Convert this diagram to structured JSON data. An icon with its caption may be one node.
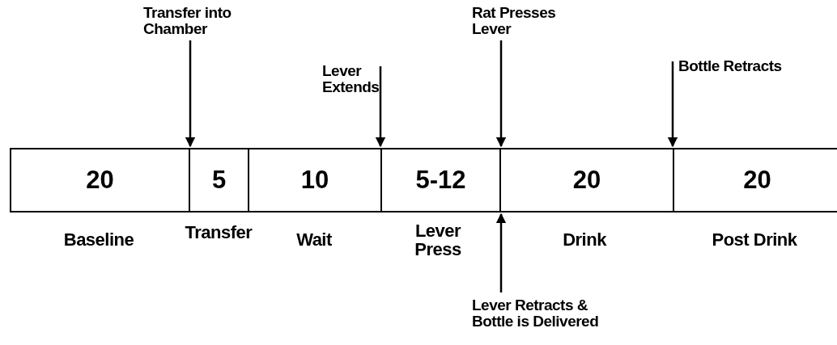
{
  "diagram": {
    "nodes": [
      {
        "text": [
          "20"
        ],
        "beside": [
          "Baseline"
        ]
      },
      {
        "text": [
          "5"
        ],
        "beside": [
          "Transfer"
        ]
      },
      {
        "text": [
          "10"
        ],
        "beside": [
          "Wait"
        ]
      },
      {
        "text": [
          "5-12"
        ],
        "beside": [
          "Lever Press"
        ]
      },
      {
        "text": [
          "20"
        ],
        "beside": [
          "Drink"
        ]
      },
      {
        "text": [
          "20"
        ],
        "beside": [
          "Post Drink"
        ]
      },
      {
        "text": [
          "Transfer into Chamber"
        ]
      },
      {
        "text": [
          "Lever Extends"
        ]
      },
      {
        "text": [
          "Rat Presses Lever"
        ]
      },
      {
        "text": [
          "Bottle Retracts"
        ]
      },
      {
        "text": [
          "Lever Retracts & Bottle is Delivered"
        ]
      }
    ],
    "edges": [
      {
        "from": 6,
        "to": 1,
        "arrow": "to"
      },
      {
        "from": 7,
        "to": 3,
        "arrow": "to"
      },
      {
        "from": 8,
        "to": 3,
        "arrow": "to"
      },
      {
        "from": 9,
        "to": 5,
        "arrow": "to"
      },
      {
        "from": 10,
        "to": 3,
        "arrow": "to"
      }
    ]
  }
}
